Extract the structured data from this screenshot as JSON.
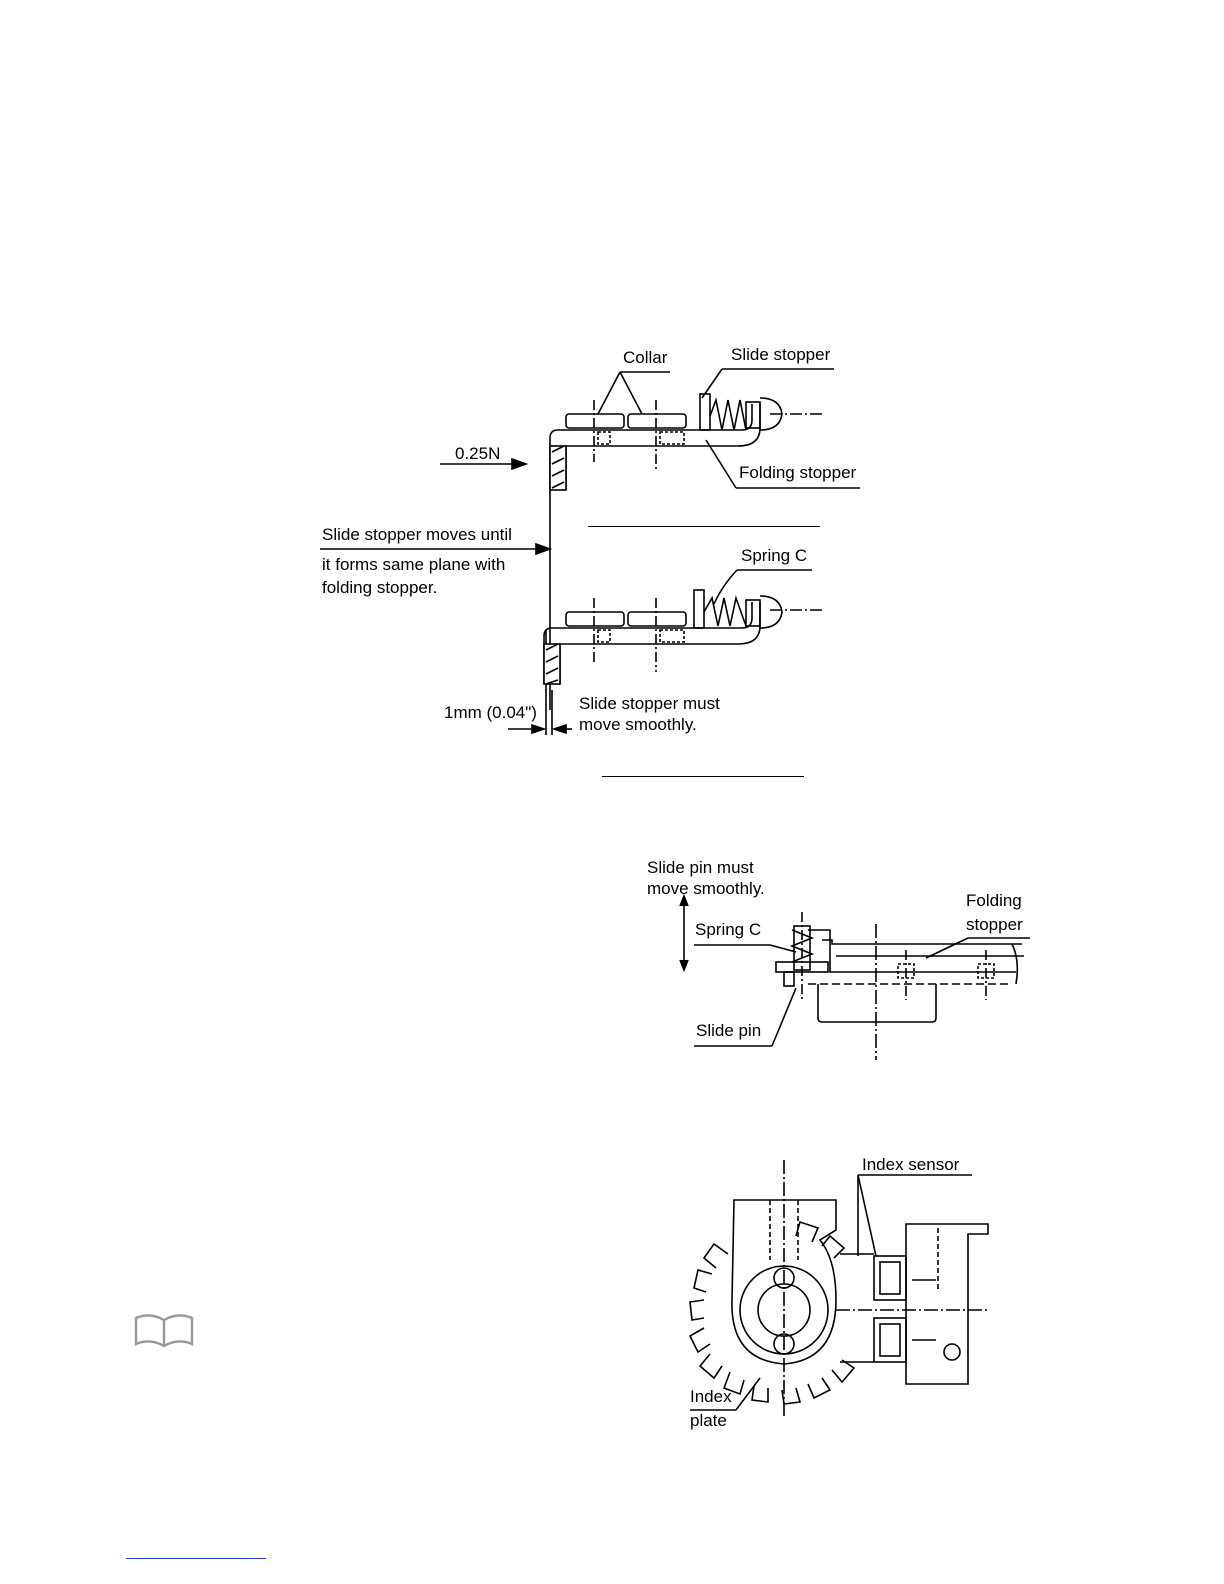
{
  "figure1": {
    "labels": {
      "collar": "Collar",
      "slide_stopper": "Slide stopper",
      "force": "0.25N",
      "folding_stopper": "Folding stopper",
      "slide_note_line1": "Slide stopper moves until",
      "slide_note_line2": "it forms same plane with",
      "slide_note_line3": "folding stopper.",
      "spring_c": "Spring C",
      "gap": "1mm (0.04\")",
      "smooth_line1": "Slide stopper must",
      "smooth_line2": "move smoothly."
    }
  },
  "figure2": {
    "labels": {
      "slide_pin_note_line1": "Slide pin must",
      "slide_pin_note_line2": "move smoothly.",
      "folding_line1": "Folding",
      "folding_line2": "stopper",
      "spring_c": "Spring C",
      "slide_pin": "Slide pin"
    }
  },
  "figure3": {
    "labels": {
      "index_sensor": "Index sensor",
      "index_plate_line1": "Index",
      "index_plate_line2": "plate"
    }
  },
  "icons": {
    "note": "open-book-icon"
  },
  "colors": {
    "ink": "#000000",
    "link_rule": "#2a3bd6"
  }
}
